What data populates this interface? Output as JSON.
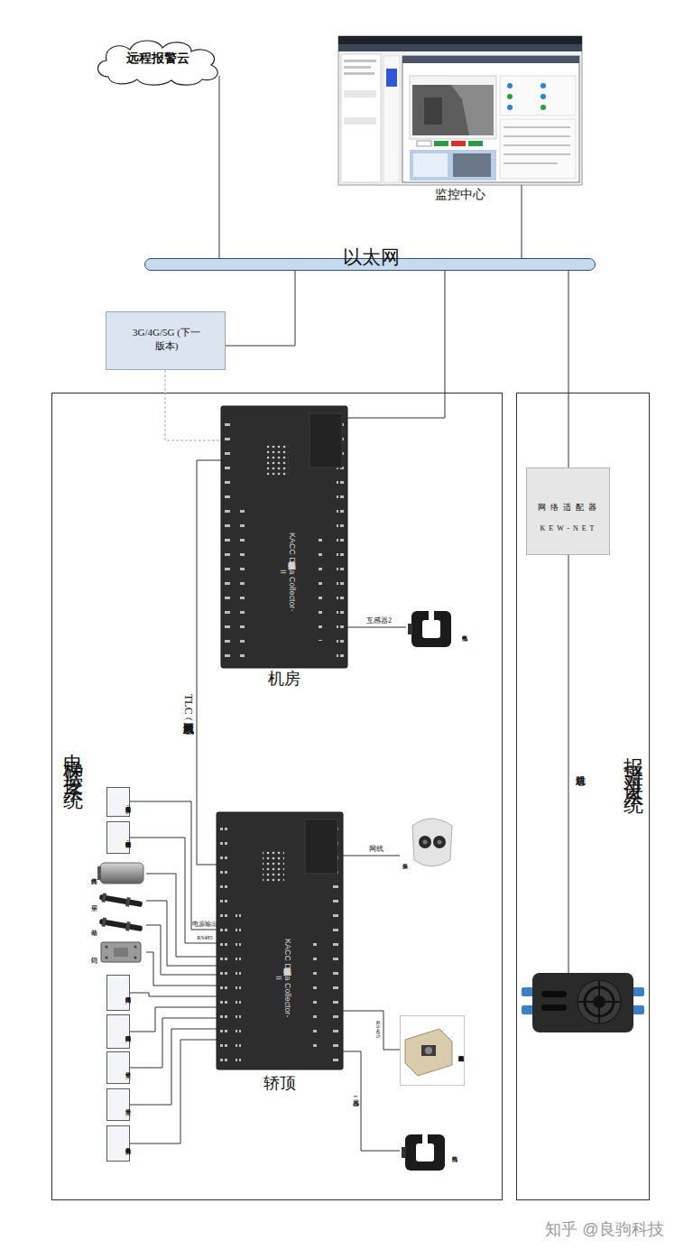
{
  "diagram": {
    "nodes": [
      {
        "text": [
          "远程报警云"
        ]
      },
      {
        "text": [
          "监控中心"
        ]
      },
      {
        "text": [
          "以太网"
        ]
      },
      {
        "text": [
          "3G/4G/5G (下一版本)"
        ]
      },
      {
        "text": [
          "电梯监控系统"
        ]
      },
      {
        "text": [
          "KACC数据采集器 Data Collector-II",
          "机房"
        ],
        "in": 4
      },
      {
        "text": [
          "电机电流"
        ],
        "in": 4
      },
      {
        "text": [
          "KACC数据采集器 Data Collector-II",
          "轿顶"
        ],
        "in": 4
      },
      {
        "text": [
          "超速保护信号（预留）"
        ],
        "in": 4
      },
      {
        "text": [
          "钢丝绳检测信号（预留）"
        ],
        "in": 4
      },
      {
        "text": [
          "红外人体"
        ],
        "in": 4
      },
      {
        "text": [
          "平层"
        ],
        "in": 4
      },
      {
        "text": [
          "基站"
        ],
        "in": 4
      },
      {
        "text": [
          "门锁"
        ],
        "in": 4
      },
      {
        "text": [
          "厅门锁回路信号"
        ],
        "in": 4
      },
      {
        "text": [
          "轿门锁回路信号"
        ],
        "in": 4
      },
      {
        "text": [
          "检修开关"
        ],
        "in": 4
      },
      {
        "text": [
          "急停开关"
        ],
        "in": 4
      },
      {
        "text": [
          "机房有人进出信号"
        ],
        "in": 4
      },
      {
        "text": [
          "摄像头"
        ],
        "in": 4
      },
      {
        "text": [
          "激光测距门位置传感器"
        ],
        "in": 4
      },
      {
        "text": [
          "门机电流"
        ],
        "in": 4
      },
      {
        "text": [
          "报警对讲系统"
        ]
      },
      {
        "text": [
          "网络适配器",
          "KEW-NET"
        ],
        "in": 22
      }
    ],
    "edges": [
      {
        "from": 0,
        "to": 2,
        "arrow": "none"
      },
      {
        "from": 1,
        "to": 2,
        "arrow": "none"
      },
      {
        "from": 3,
        "to": 2,
        "arrow": "none"
      },
      {
        "from": 3,
        "to": 5,
        "arrow": "none"
      },
      {
        "from": 2,
        "to": 5,
        "arrow": "none"
      },
      {
        "from": 2,
        "to": 23,
        "arrow": "none"
      },
      {
        "from": 5,
        "to": 7,
        "label": "TLC以太网总线（两线）",
        "arrow": "none"
      },
      {
        "from": 6,
        "to": 5,
        "label": "互感器2",
        "arrow": "none"
      },
      {
        "from": 19,
        "to": 7,
        "label": "网线",
        "arrow": "none"
      },
      {
        "from": 20,
        "to": 7,
        "label": "RS485",
        "arrow": "none"
      },
      {
        "from": 21,
        "to": 7,
        "label": "互感器1",
        "arrow": "none"
      },
      {
        "from": 8,
        "to": 7,
        "label": "电源输出",
        "arrow": "none"
      },
      {
        "from": 9,
        "to": 7,
        "label": "RS485",
        "arrow": "none"
      },
      {
        "from": 10,
        "to": 7,
        "arrow": "none"
      },
      {
        "from": 11,
        "to": 7,
        "arrow": "none"
      },
      {
        "from": 12,
        "to": 7,
        "arrow": "none"
      },
      {
        "from": 13,
        "to": 7,
        "arrow": "none"
      },
      {
        "from": 14,
        "to": 7,
        "arrow": "none"
      },
      {
        "from": 15,
        "to": 7,
        "arrow": "none"
      },
      {
        "from": 16,
        "to": 7,
        "arrow": "none"
      },
      {
        "from": 17,
        "to": 7,
        "arrow": "none"
      },
      {
        "from": 18,
        "to": 7,
        "arrow": "none"
      }
    ],
    "labels": [
      "对讲总线",
      "知乎 @良驹科技"
    ]
  }
}
